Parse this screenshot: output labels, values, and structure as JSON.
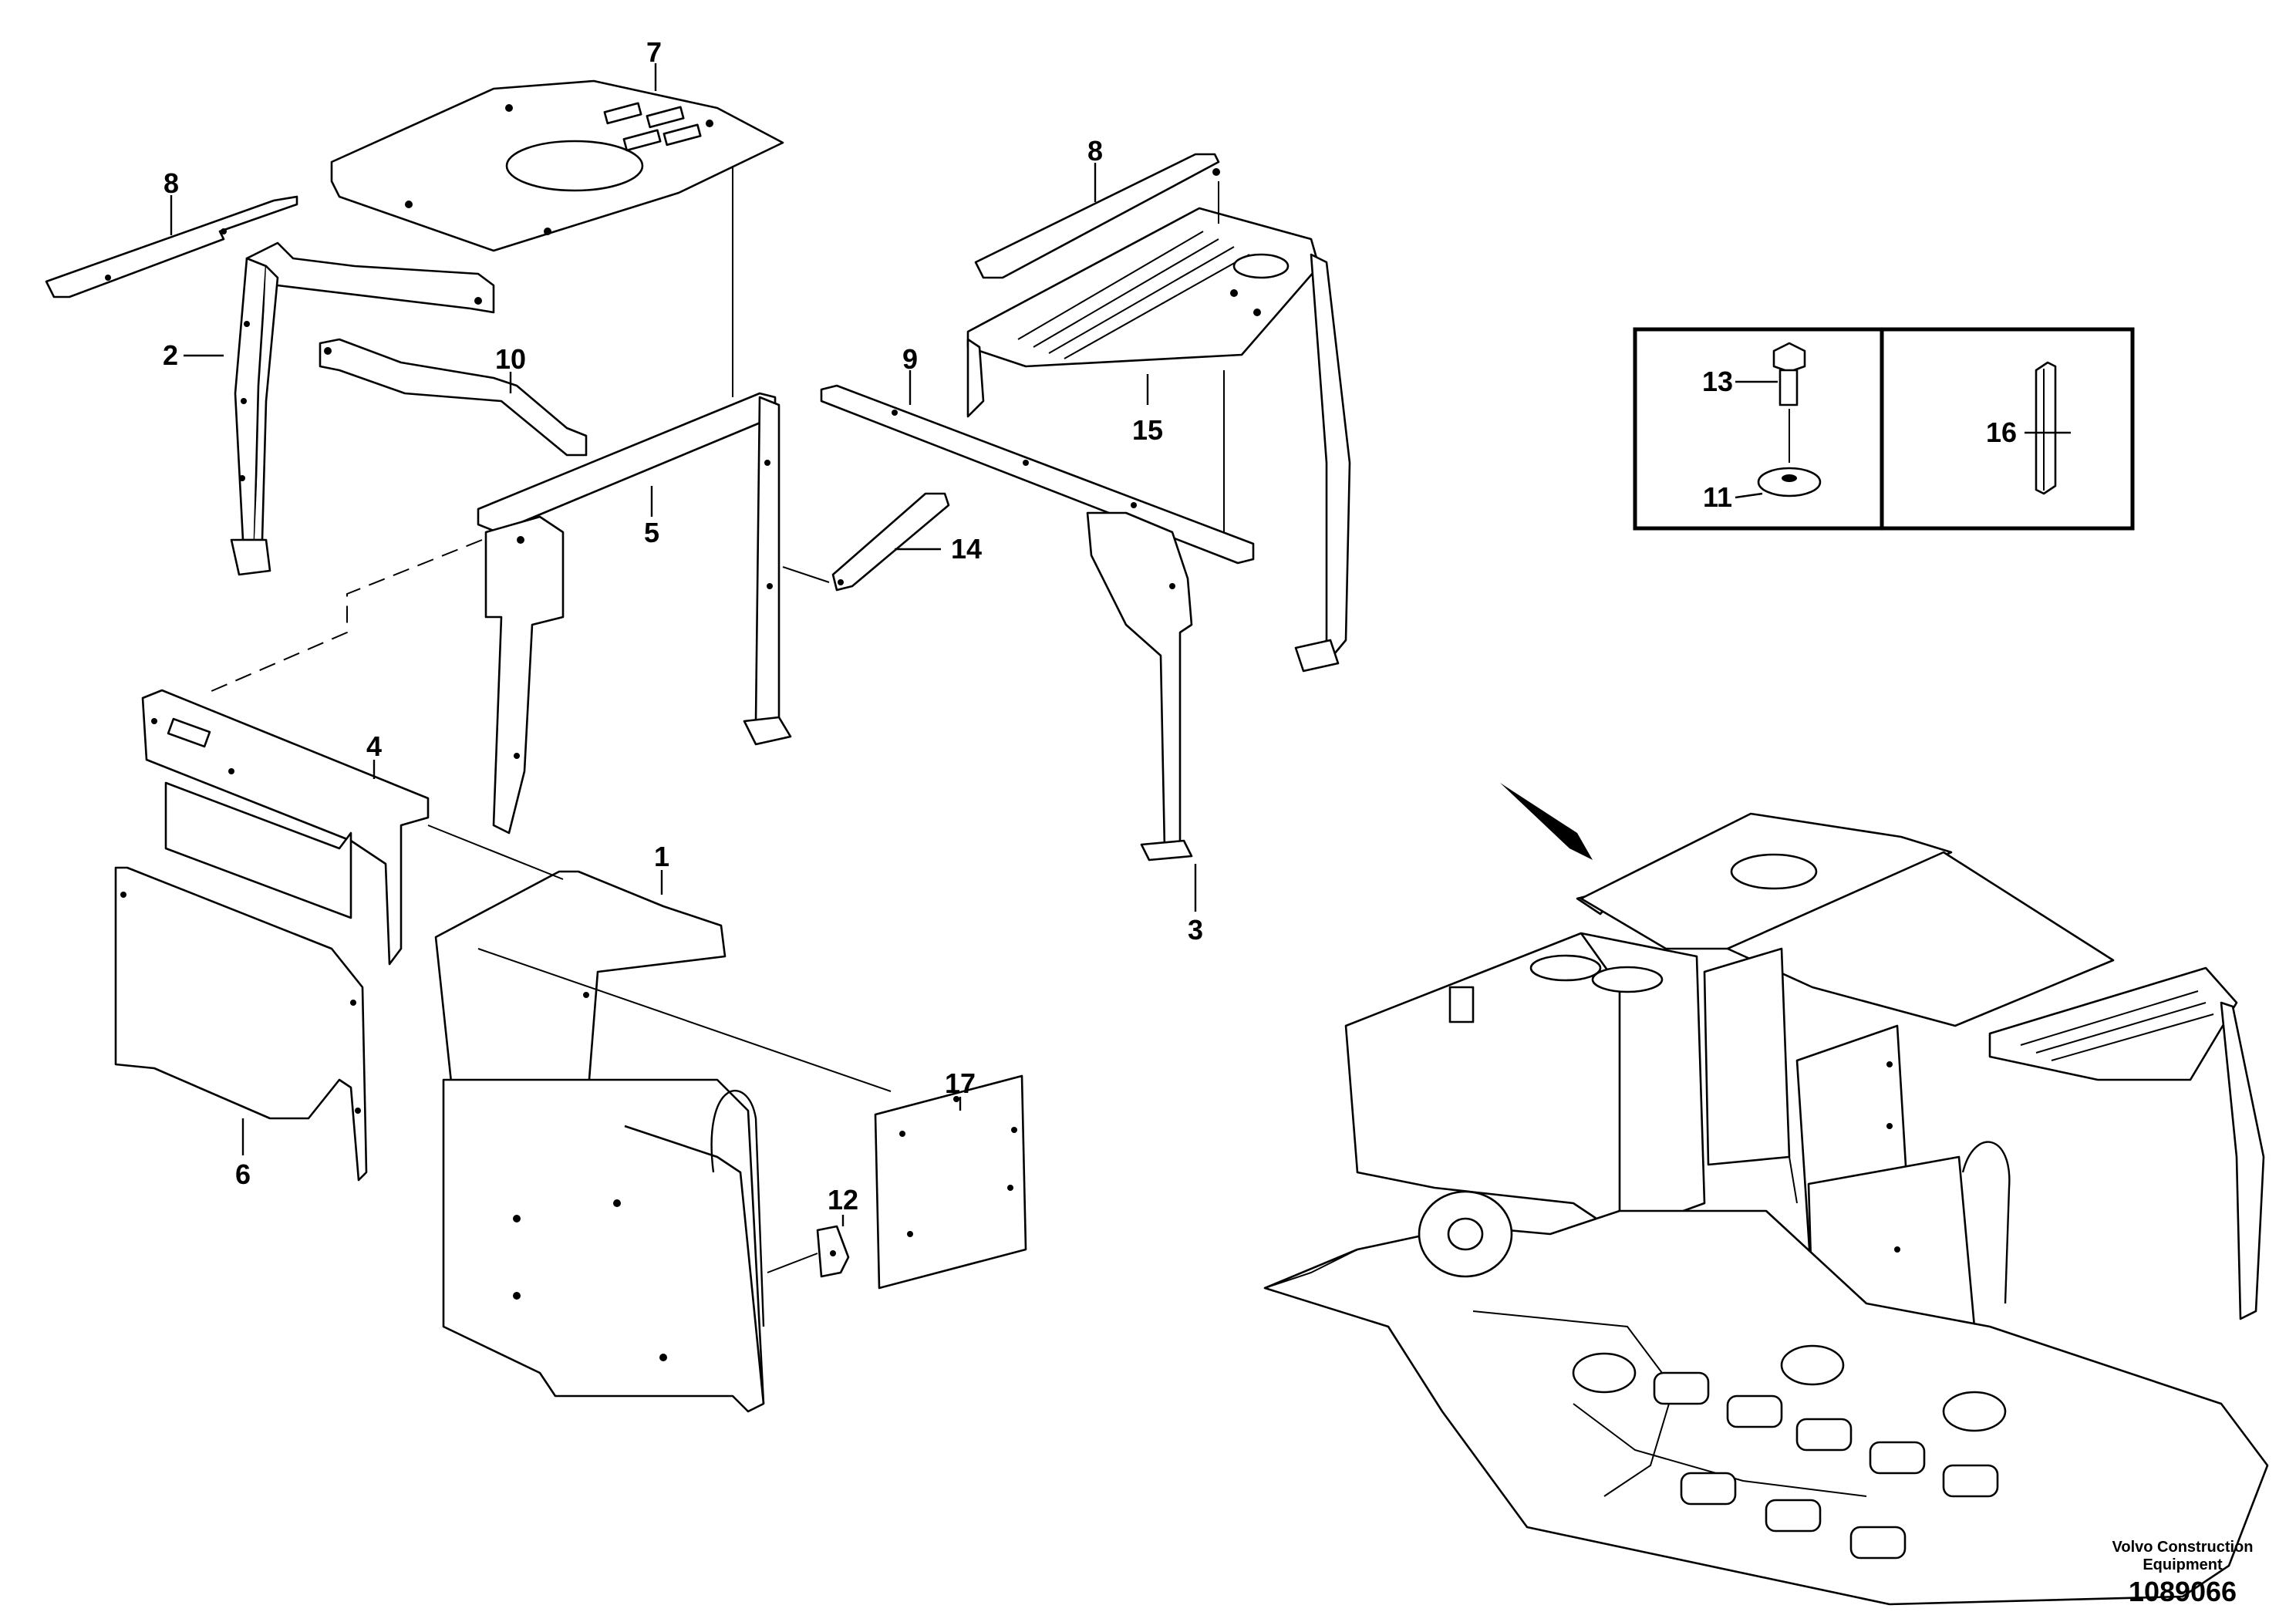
{
  "callouts": {
    "c1": "1",
    "c2": "2",
    "c3": "3",
    "c4": "4",
    "c5": "5",
    "c6": "6",
    "c7": "7",
    "c8a": "8",
    "c8b": "8",
    "c9": "9",
    "c10": "10",
    "c11": "11",
    "c12": "12",
    "c13": "13",
    "c14": "14",
    "c15": "15",
    "c16": "16",
    "c17": "17"
  },
  "footer": {
    "brand_line1": "Volvo Construction",
    "brand_line2": "Equipment",
    "drawing_number": "1089066"
  }
}
